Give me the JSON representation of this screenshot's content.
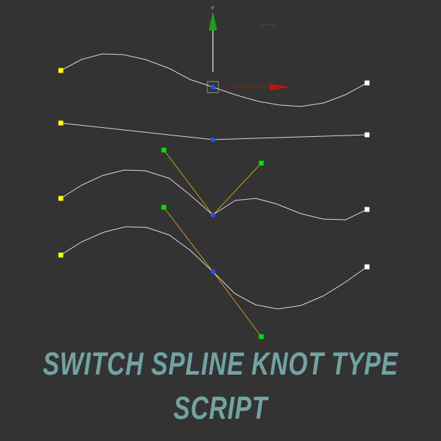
{
  "title": {
    "line1": "SWITCH SPLINE KNOT TYPE",
    "line2": "SCRIPT"
  },
  "gizmo": {
    "y_label": "Y",
    "y_color": "#1aa01a",
    "x_color": "#b01a10"
  },
  "colors": {
    "background": "#333333",
    "spline": "#e0e0e0",
    "first_vertex": "#ffff00",
    "end_vertex": "#ffffff",
    "selected_vertex": "#2050ff",
    "handle": "#00e000",
    "handle_line": "#d4a017",
    "title": "#72a3a3"
  },
  "splines": [
    {
      "knot_type": "smooth",
      "points": [
        [
          88,
          102
        ],
        [
          118,
          86
        ],
        [
          148,
          78
        ],
        [
          178,
          79
        ],
        [
          210,
          86
        ],
        [
          245,
          99
        ],
        [
          275,
          115
        ],
        [
          308,
          126
        ],
        [
          340,
          137
        ],
        [
          375,
          147
        ],
        [
          405,
          152
        ],
        [
          435,
          154
        ],
        [
          468,
          149
        ],
        [
          500,
          137
        ],
        [
          531,
          120
        ]
      ],
      "selected": [
        308,
        126
      ]
    },
    {
      "knot_type": "corner",
      "points": [
        [
          88,
          178
        ],
        [
          308,
          202
        ],
        [
          531,
          195
        ]
      ],
      "selected": [
        308,
        202
      ]
    },
    {
      "knot_type": "bezier corner",
      "points": [
        [
          88,
          287
        ],
        [
          118,
          268
        ],
        [
          148,
          254
        ],
        [
          180,
          246
        ],
        [
          210,
          247
        ],
        [
          245,
          258
        ],
        [
          275,
          282
        ],
        [
          308,
          311
        ],
        [
          340,
          290
        ],
        [
          370,
          287
        ],
        [
          400,
          295
        ],
        [
          435,
          309
        ],
        [
          468,
          317
        ],
        [
          500,
          318
        ],
        [
          531,
          303
        ]
      ],
      "selected": [
        308,
        311
      ],
      "handles": [
        [
          237,
          217
        ],
        [
          378,
          236
        ]
      ]
    },
    {
      "knot_type": "bezier",
      "points": [
        [
          88,
          369
        ],
        [
          118,
          350
        ],
        [
          150,
          336
        ],
        [
          182,
          328
        ],
        [
          212,
          329
        ],
        [
          245,
          340
        ],
        [
          275,
          362
        ],
        [
          308,
          393
        ],
        [
          340,
          425
        ],
        [
          370,
          441
        ],
        [
          402,
          447
        ],
        [
          435,
          442
        ],
        [
          468,
          428
        ],
        [
          500,
          408
        ],
        [
          531,
          386
        ]
      ],
      "selected": [
        308,
        393
      ],
      "handles": [
        [
          237,
          300
        ],
        [
          378,
          487
        ]
      ]
    }
  ]
}
